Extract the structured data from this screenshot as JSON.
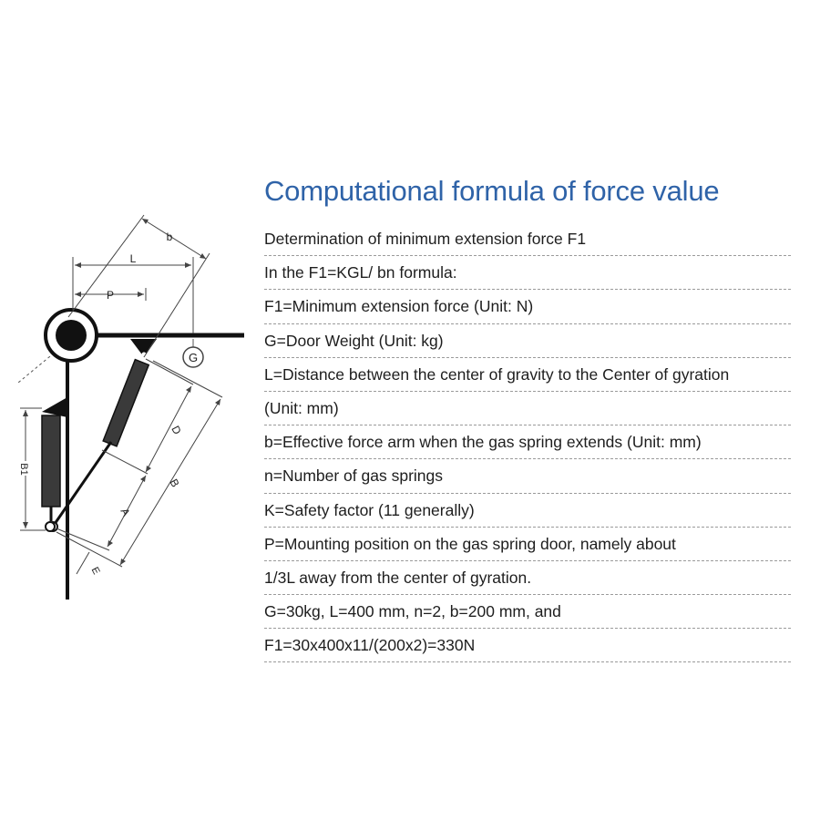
{
  "title": "Computational formula of force value",
  "lines": [
    "Determination of minimum extension force F1",
    "In the F1=KGL/ bn formula:",
    "F1=Minimum extension force (Unit: N)",
    "G=Door Weight (Unit: kg)",
    "L=Distance between the center of gravity to the Center of gyration",
    "(Unit: mm)",
    "b=Effective force arm when the gas spring extends (Unit: mm)",
    "n=Number of gas springs",
    "K=Safety factor (11 generally)",
    "P=Mounting position on the gas spring door, namely about",
    "1/3L away from the center of gyration.",
    "G=30kg, L=400 mm, n=2, b=200 mm, and",
    "F1=30x400x11/(200x2)=330N"
  ],
  "diagram": {
    "labels": {
      "b": "b",
      "L": "L",
      "P": "P",
      "G": "G",
      "D": "D",
      "A": "A",
      "B": "B",
      "B1": "B1",
      "E": "E"
    }
  }
}
